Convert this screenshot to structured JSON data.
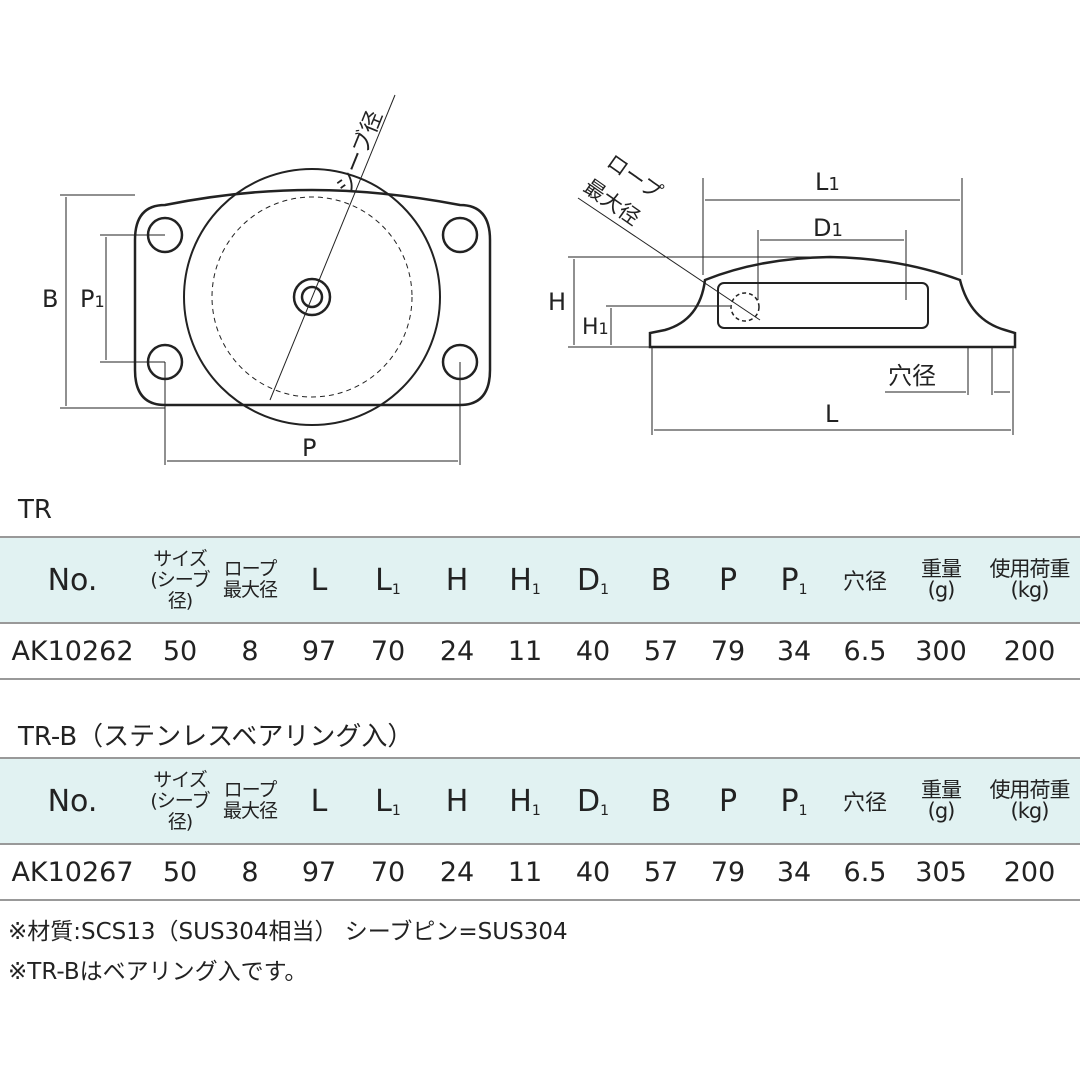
{
  "drawing": {
    "top_view": {
      "sheave_dia_label": "シーブ径",
      "B": "B",
      "P1": "P",
      "P1_sub": "1",
      "P": "P"
    },
    "side_view": {
      "rope_max_label_1": "ロープ",
      "rope_max_label_2": "最大径",
      "L1": "L",
      "L1_sub": "1",
      "D1": "D",
      "D1_sub": "1",
      "H": "H",
      "H1": "H",
      "H1_sub": "1",
      "hole_label": "穴径",
      "L": "L"
    }
  },
  "headers": [
    {
      "main": "No."
    },
    {
      "line1": "サイズ",
      "line2": "(シーブ径)"
    },
    {
      "line1": "ロープ",
      "line2": "最大径"
    },
    {
      "main": "L"
    },
    {
      "main": "L",
      "sub": "1"
    },
    {
      "main": "H"
    },
    {
      "main": "H",
      "sub": "1"
    },
    {
      "main": "D",
      "sub": "1"
    },
    {
      "main": "B"
    },
    {
      "main": "P"
    },
    {
      "main": "P",
      "sub": "1"
    },
    {
      "main": "穴径"
    },
    {
      "line1": "重量",
      "line2": "(g)"
    },
    {
      "line1": "使用荷重",
      "line2": "(kg)"
    }
  ],
  "tables": [
    {
      "title": "TR",
      "row": [
        "AK10262",
        "50",
        "8",
        "97",
        "70",
        "24",
        "11",
        "40",
        "57",
        "79",
        "34",
        "6.5",
        "300",
        "200"
      ]
    },
    {
      "title": "TR-B（ステンレスベアリング入）",
      "row": [
        "AK10267",
        "50",
        "8",
        "97",
        "70",
        "24",
        "11",
        "40",
        "57",
        "79",
        "34",
        "6.5",
        "305",
        "200"
      ]
    }
  ],
  "notes": [
    "※材質:SCS13（SUS304相当） シーブピン=SUS304",
    "※TR-Bはベアリング入です。"
  ],
  "colors": {
    "header_bg": "#e1f2f2"
  }
}
